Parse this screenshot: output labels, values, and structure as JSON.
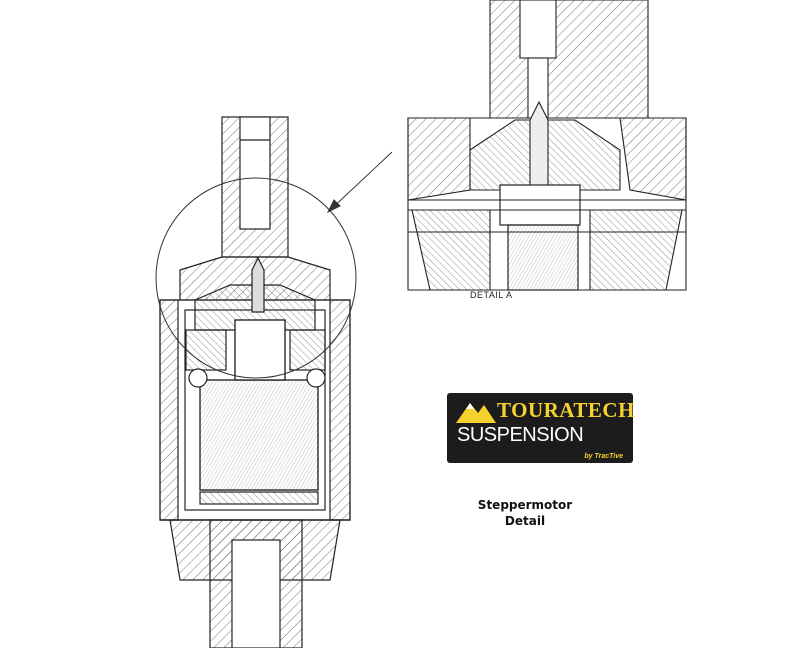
{
  "detail_label": "DETAIL A",
  "logo": {
    "brand": "TOURATECH",
    "product": "SUSPENSION",
    "tagline": "by TracTive",
    "colors": {
      "background": "#1c1c1c",
      "accent": "#f6d22f",
      "text": "#ffffff"
    },
    "icon": "mountain-logo-icon"
  },
  "caption": {
    "line1": "Steppermotor",
    "line2": "Detail"
  }
}
